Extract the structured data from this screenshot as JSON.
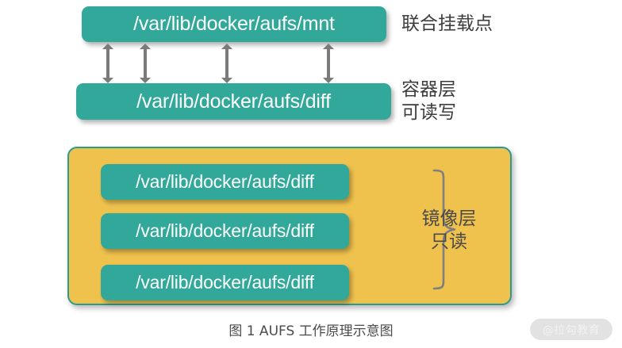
{
  "figure": {
    "caption": "图 1 AUFS 工作原理示意图",
    "background_color": "#ffffff"
  },
  "colors": {
    "teal": "#31a89a",
    "teal_border": "#2c9a8d",
    "yellow": "#efc24e",
    "arrow_gray": "#7b7b7b",
    "brace_gray": "#7f7f7f",
    "text_dark": "#3d3d3d",
    "box_text": "#ffffff"
  },
  "mount_layer": {
    "box_label": "/var/lib/docker/aufs/mnt",
    "side_label": "联合挂载点"
  },
  "container_layer": {
    "box_label": "/var/lib/docker/aufs/diff",
    "side_label": "容器层\n可读写"
  },
  "arrows": {
    "count": 4,
    "style": "double-headed-vertical",
    "positions_x": [
      135,
      182,
      285,
      413
    ]
  },
  "image_layer": {
    "side_label": "镜像层\n只读",
    "brace": "right-curly-brace",
    "layers": [
      {
        "box_label": "/var/lib/docker/aufs/diff"
      },
      {
        "box_label": "/var/lib/docker/aufs/diff"
      },
      {
        "box_label": "/var/lib/docker/aufs/diff"
      }
    ]
  },
  "watermark": {
    "text": "@拉勾教育"
  }
}
